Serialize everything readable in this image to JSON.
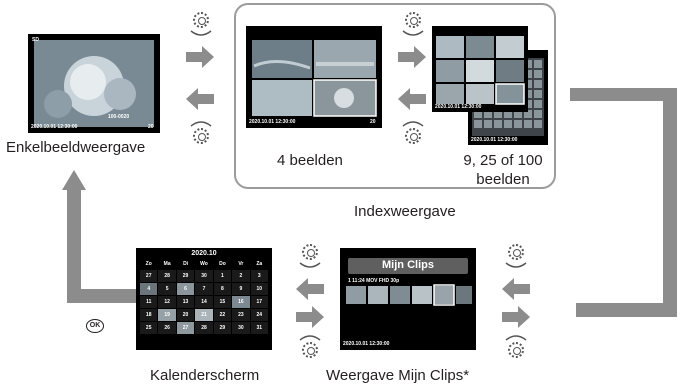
{
  "screens": {
    "single": {
      "caption": "Enkelbeeldweergave",
      "timestamp": "2020.10.01 12:30:00",
      "frame_number": "20",
      "top_badge": "SD",
      "info_a": "100-0020"
    },
    "index4": {
      "caption": "4 beelden",
      "timestamp": "2020.10.01 12:30:00",
      "frame_number": "20"
    },
    "index_many": {
      "caption_line1": "9, 25 of 100",
      "caption_line2": "beelden",
      "timestamp_front": "2020.10.01 12:30:00",
      "timestamp_back": "2020.10.01 12:30:00"
    },
    "calendar": {
      "caption": "Kalenderscherm",
      "month_title": "2020.10",
      "weekdays": [
        "Zo",
        "Ma",
        "Di",
        "Wo",
        "Do",
        "Vr",
        "Za"
      ],
      "days": [
        "27",
        "28",
        "29",
        "30",
        "1",
        "2",
        "3",
        "4",
        "5",
        "6",
        "7",
        "8",
        "9",
        "10",
        "11",
        "12",
        "13",
        "14",
        "15",
        "16",
        "17",
        "18",
        "19",
        "20",
        "21",
        "22",
        "23",
        "24",
        "25",
        "26",
        "27",
        "28",
        "29",
        "30",
        "31"
      ]
    },
    "myclips": {
      "caption": "Weergave Mijn Clips*",
      "title": "Mijn Clips",
      "info_line": "1  11:24  MOV  FHD 30p",
      "timestamp": "2020.10.01 12:30:00"
    }
  },
  "group": {
    "index_label": "Indexweergave"
  },
  "ok_button": "OK",
  "colors": {
    "arrow": "#8c8c8c",
    "box_border": "#9b9b9b",
    "screen_bg": "#000000"
  },
  "icons": [
    "control-dial-icon",
    "ok-button-icon"
  ]
}
